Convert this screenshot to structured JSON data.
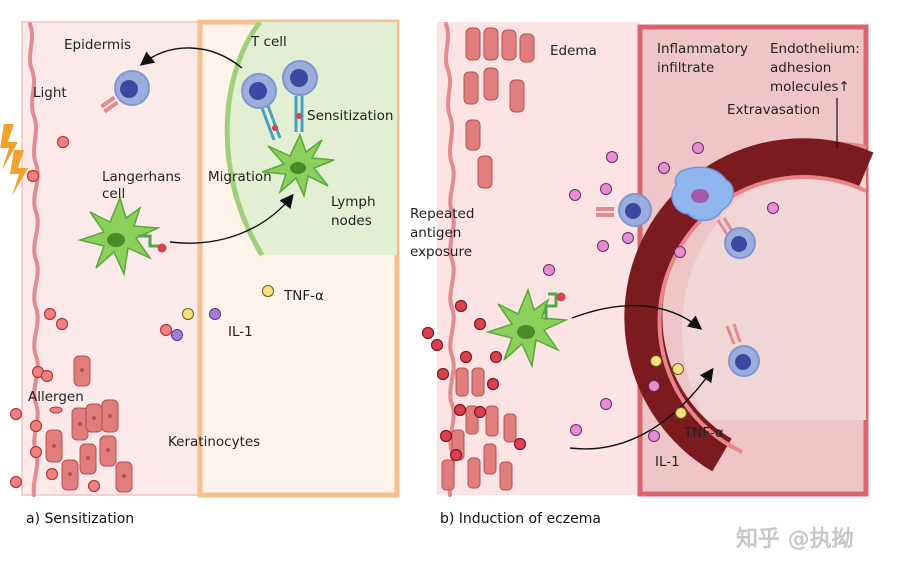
{
  "panel_a": {
    "caption": "a) Sensitization",
    "labels": {
      "epidermis": "Epidermis",
      "t_cell": "T cell",
      "light": "Light",
      "sensitization": "Sensitization",
      "langerhans_1": "Langerhans",
      "langerhans_2": "cell",
      "migration": "Migration",
      "lymph_1": "Lymph",
      "lymph_2": "nodes",
      "tnf": "TNF-α",
      "il1": "IL-1",
      "allergen": "Allergen",
      "keratinocytes": "Keratinocytes"
    }
  },
  "panel_b": {
    "caption": "b) Induction of eczema",
    "labels": {
      "edema": "Edema",
      "infiltrate_1": "Inflammatory",
      "infiltrate_2": "infiltrate",
      "endothelium_1": "Endothelium:",
      "endothelium_2": "adhesion",
      "endothelium_3": "molecules↑",
      "extravasation": "Extravasation",
      "repeated_1": "Repeated",
      "repeated_2": "antigen",
      "repeated_3": "exposure",
      "tnf": "TNF-α",
      "il1": "IL-1"
    }
  },
  "watermark": "知乎 @执拗",
  "colors": {
    "skin_pink": "#fbe3e4",
    "lymph_orange": "#f6c08e",
    "lymph_green": "#e2efd3",
    "vessel_wall": "#d9666c",
    "vessel_lumen": "#7b1a1f",
    "t_cell": "#7f96d2",
    "langerhans": "#76c34a",
    "keratinocyte": "#e07d7d"
  }
}
